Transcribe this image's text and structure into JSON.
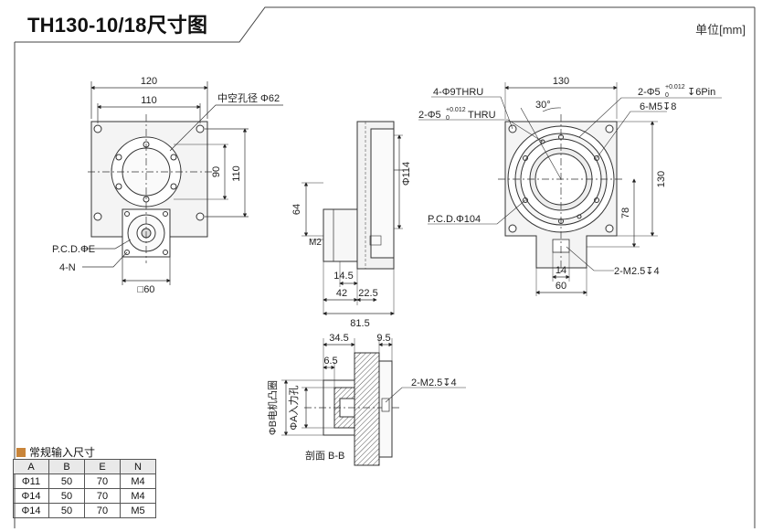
{
  "header": {
    "title": "TH130-10/18尺寸图",
    "unit_label": "单位[mm]"
  },
  "front_view": {
    "dim_120": "120",
    "dim_110_top": "110",
    "hollow_bore": "中空孔径 Φ62",
    "dim_90": "90",
    "dim_110_side": "110",
    "pcd": "P.C.D.ΦE",
    "holes": "4-N",
    "square": "□60"
  },
  "side_view": {
    "dim_64": "64",
    "dim_114": "Φ114",
    "dim_14_5": "14.5",
    "dim_42": "42",
    "dim_22_5": "22.5",
    "dim_81_5": "81.5",
    "mark_m": "M2"
  },
  "right_view": {
    "dim_130_top": "130",
    "thru_holes": "4-Φ9THRU",
    "pin_holes": "2-Φ5",
    "pin_tol_top": "+0.012",
    "pin_tol_bot": "0",
    "pin_depth": "↧6Pin",
    "thru_pin": "2-Φ5",
    "thru_tol_top": "+0.012",
    "thru_tol_bot": "0",
    "thru_suffix": "THRU",
    "angle": "30°",
    "m5": "6-M5↧8",
    "dim_130_side": "130",
    "dim_78": "78",
    "pcd104": "P.C.D.Φ104",
    "dim_14": "14",
    "dim_60": "60",
    "m25": "2-M2.5↧4"
  },
  "section_view": {
    "dim_34_5": "34.5",
    "dim_9_5": "9.5",
    "dim_6_5": "6.5",
    "m25": "2-M2.5↧4",
    "motor_boss": "ΦB电机凸圈",
    "input_hole": "ΦA入力孔",
    "section_label": "剖面 B-B"
  },
  "spec_table": {
    "title": "常规输入尺寸",
    "headers": [
      "A",
      "B",
      "E",
      "N"
    ],
    "rows": [
      [
        "Φ11",
        "50",
        "70",
        "M4"
      ],
      [
        "Φ14",
        "50",
        "70",
        "M4"
      ],
      [
        "Φ14",
        "50",
        "70",
        "M5"
      ]
    ]
  },
  "colors": {
    "accent": "#c9853a",
    "line": "#333333",
    "section_fill": "#9a9a9a"
  }
}
